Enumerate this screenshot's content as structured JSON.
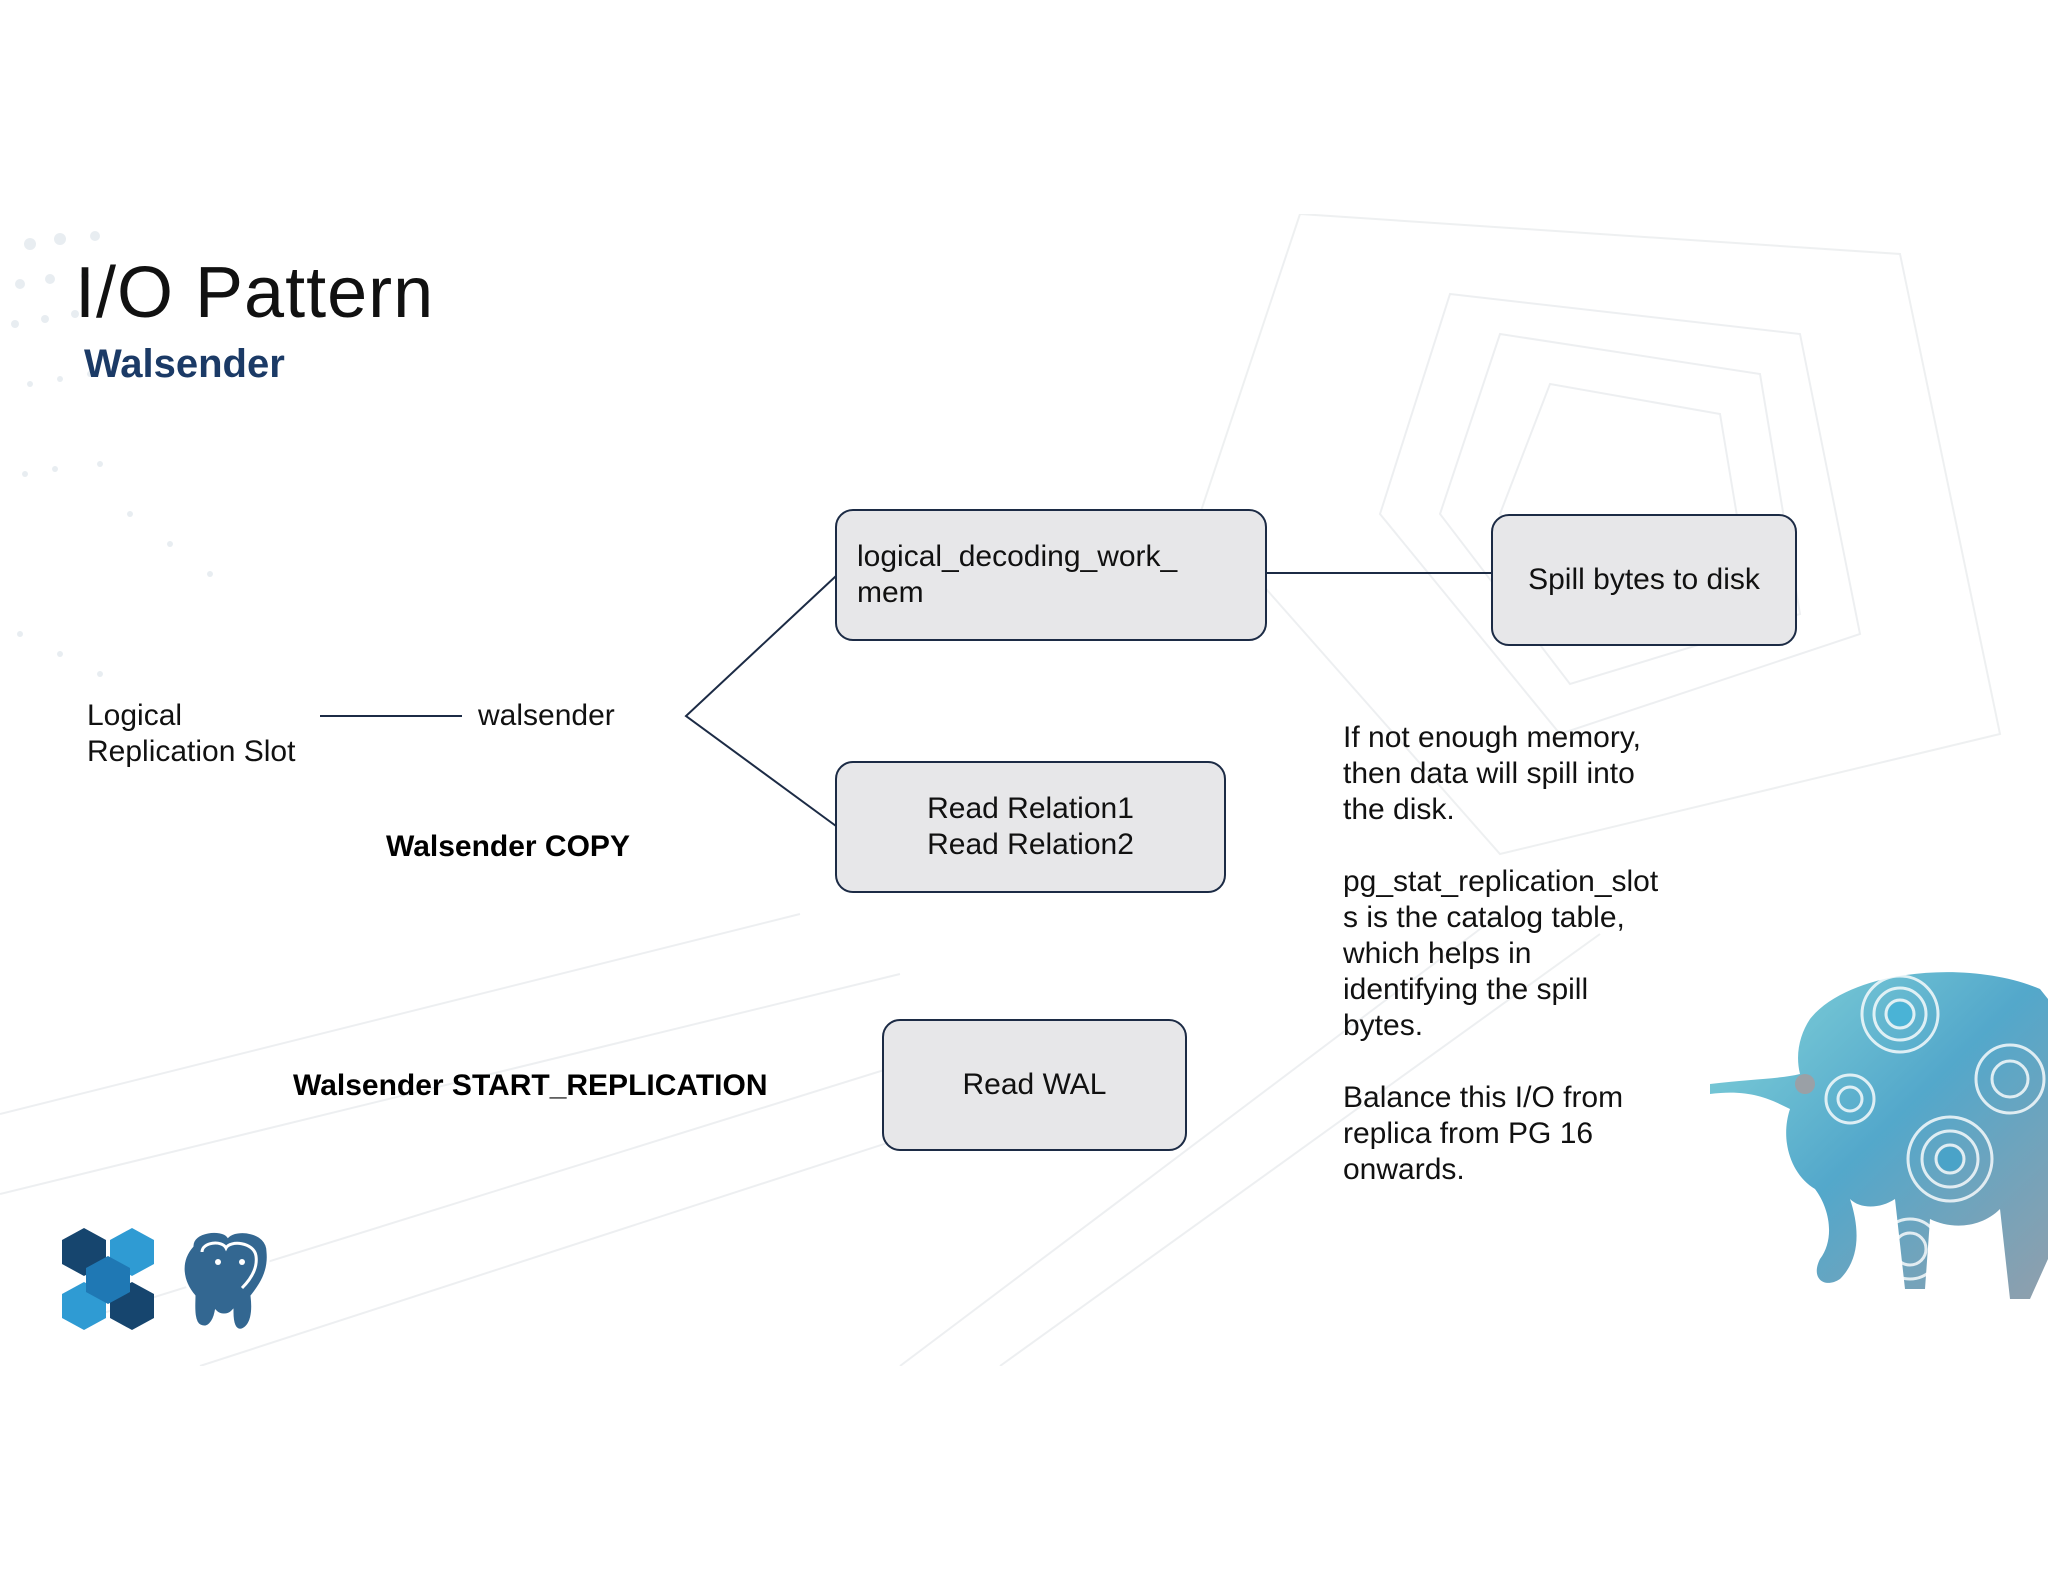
{
  "slide": {
    "title": "I/O Pattern",
    "subtitle": "Walsender"
  },
  "diagram": {
    "slot_label": [
      "Logical",
      "Replication Slot"
    ],
    "walsender_label": "walsender",
    "copy_label": "Walsender COPY",
    "start_replication_label": "Walsender START_REPLICATION",
    "work_mem_box": [
      "logical_decoding_work_",
      "mem"
    ],
    "spill_box": "Spill bytes to disk",
    "relations_box": [
      "Read Relation1",
      "Read Relation2"
    ],
    "wal_box": "Read WAL"
  },
  "notes": {
    "p1": [
      "If not enough memory,",
      "then data will spill into",
      "the disk."
    ],
    "p2": [
      "pg_stat_replication_slot",
      "s is the catalog table,",
      "which helps in",
      "identifying the spill",
      "bytes."
    ],
    "p3": [
      "Balance this I/O from",
      "replica from PG 16",
      "onwards."
    ]
  },
  "colors": {
    "subtitle": "#1b3a66",
    "box_fill": "#e7e7e9",
    "box_border": "#1c2b45",
    "logo_dark": "#16456e",
    "logo_light": "#2f9bd3"
  },
  "icons": {
    "brand_logo": "hexagon-cluster-logo",
    "postgres_logo": "postgres-elephant-logo",
    "decorative_elephant": "swirl-elephant-illustration"
  }
}
